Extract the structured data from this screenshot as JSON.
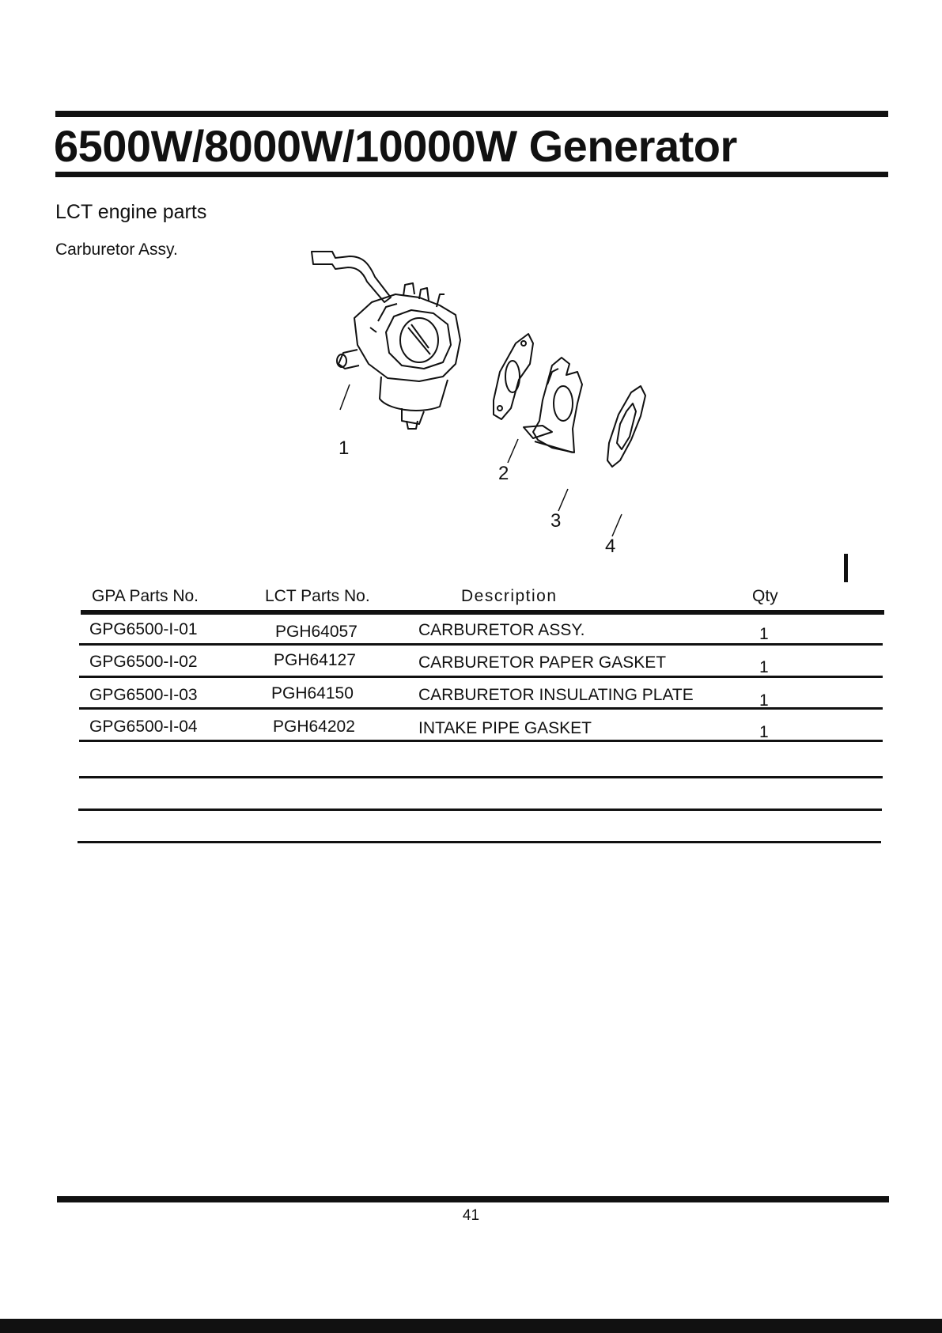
{
  "page": {
    "title": "6500W/8000W/10000W Generator",
    "section": "LCT engine parts",
    "subsection": "Carburetor Assy.",
    "page_number": "41"
  },
  "diagram": {
    "callouts": [
      "1",
      "2",
      "3",
      "4"
    ]
  },
  "table": {
    "headers": [
      "GPA Parts No.",
      "LCT Parts No.",
      "Description",
      "Qty"
    ],
    "rows": [
      [
        "GPG6500-I-01",
        "PGH64057",
        "CARBURETOR ASSY.",
        "1"
      ],
      [
        "GPG6500-I-02",
        "PGH64127",
        "CARBURETOR PAPER GASKET",
        "1"
      ],
      [
        "GPG6500-I-03",
        "PGH64150",
        "CARBURETOR INSULATING PLATE",
        "1"
      ],
      [
        "GPG6500-I-04",
        "PGH64202",
        "INTAKE PIPE GASKET",
        "1"
      ]
    ]
  }
}
